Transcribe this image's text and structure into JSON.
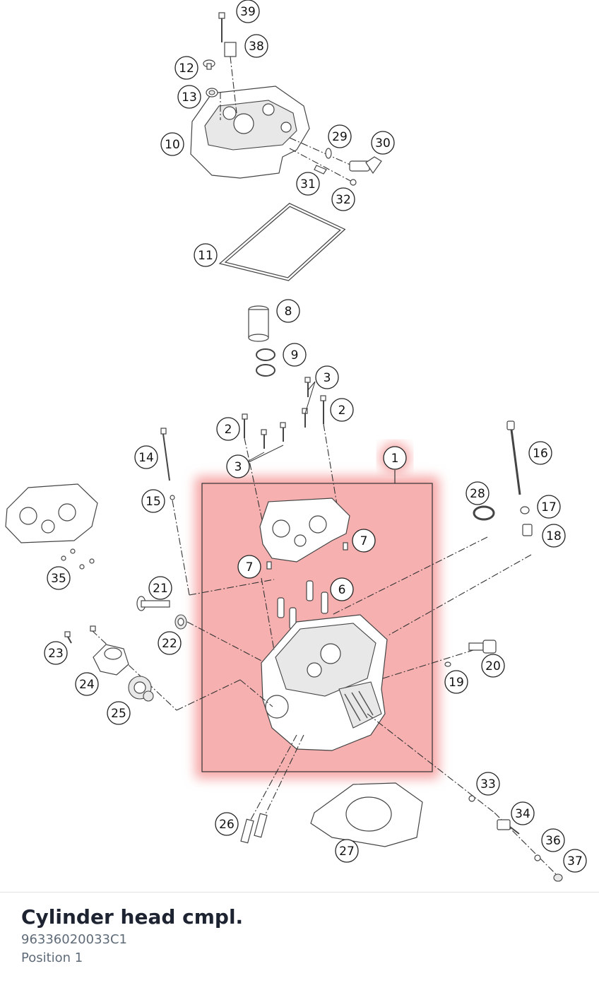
{
  "diagram": {
    "highlight_color": "#f7a7a7",
    "callouts": [
      "39",
      "38",
      "12",
      "13",
      "10",
      "29",
      "30",
      "31",
      "32",
      "11",
      "8",
      "9",
      "3",
      "2",
      "2",
      "3",
      "14",
      "15",
      "1",
      "16",
      "28",
      "17",
      "18",
      "7",
      "7",
      "6",
      "21",
      "22",
      "23",
      "24",
      "25",
      "20",
      "19",
      "35",
      "33",
      "34",
      "26",
      "27",
      "36",
      "37"
    ],
    "selected_callout": "1"
  },
  "info": {
    "title": "Cylinder head cmpl.",
    "part_number": "96336020033C1",
    "position": "Position 1"
  }
}
